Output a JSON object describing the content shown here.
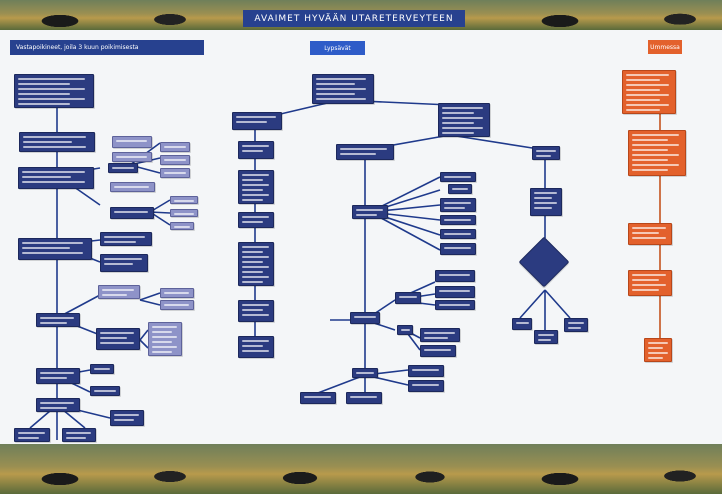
{
  "banner": {
    "title": "AVAIMET HYVÄÄN UTARETERVEYTEEN"
  },
  "sections": {
    "left": {
      "label": "Vastapoikineet, joila 3 kuun poikimisesta"
    },
    "middle": {
      "label": "Lypsävät"
    },
    "right": {
      "label": "Ummessa"
    }
  },
  "colors": {
    "node": "#2b3b80",
    "node_light": "#8e93c8",
    "node_orange": "#e3612c",
    "banner": "#27418f",
    "connector": "#1f3a8c"
  }
}
